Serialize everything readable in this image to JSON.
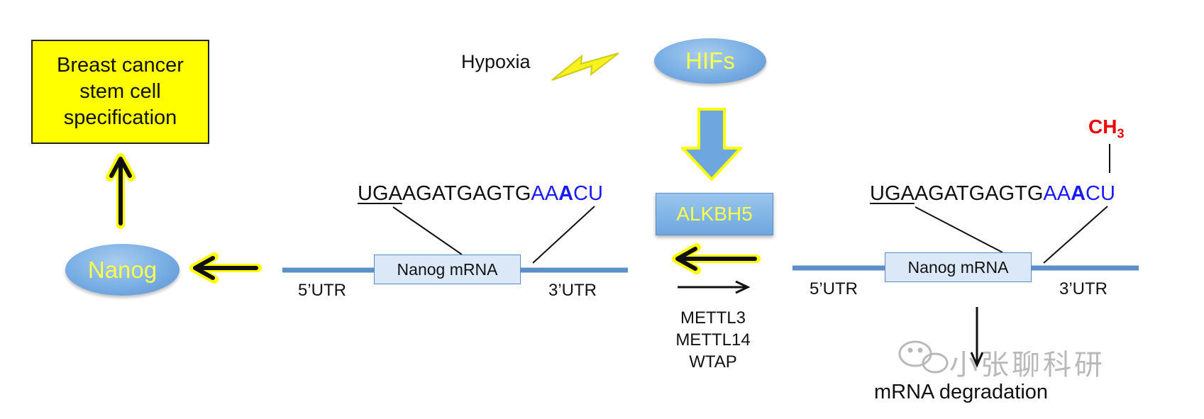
{
  "outcome_box": "Breast cancer\nstem cell\nspecification",
  "hypoxia_label": "Hypoxia",
  "hifs_label": "HIFs",
  "alkbh5_label": "ALKBH5",
  "nanog_protein_label": "Nanog",
  "left_transcript": {
    "sequence": [
      {
        "text": "UGA",
        "style": "underline"
      },
      {
        "text": "AGATGAGTG",
        "style": "plain"
      },
      {
        "text": "AAACU",
        "style": "blue"
      }
    ],
    "box_label": "Nanog mRNA",
    "utr5": "5’UTR",
    "utr3": "3’UTR"
  },
  "right_transcript": {
    "sequence": [
      {
        "text": "UGA",
        "style": "underline"
      },
      {
        "text": "AGATGAGTG",
        "style": "plain"
      },
      {
        "text": "AAACU",
        "style": "blue"
      }
    ],
    "box_label": "Nanog mRNA",
    "utr5": "5’UTR",
    "utr3": "3’UTR",
    "methyl_label": "CH",
    "methyl_subscript": "3"
  },
  "writers": [
    "METTL3",
    "METTL14",
    "WTAP"
  ],
  "degradation_label": "mRNA degradation",
  "watermark": "小张聊科研",
  "colors": {
    "yellow": "#ffff00",
    "blue_text": "#1a1aff",
    "methyl_red": "#ee0000",
    "mrna_line": "#5b8fc8",
    "ellipse_text": "#ffff4d"
  }
}
